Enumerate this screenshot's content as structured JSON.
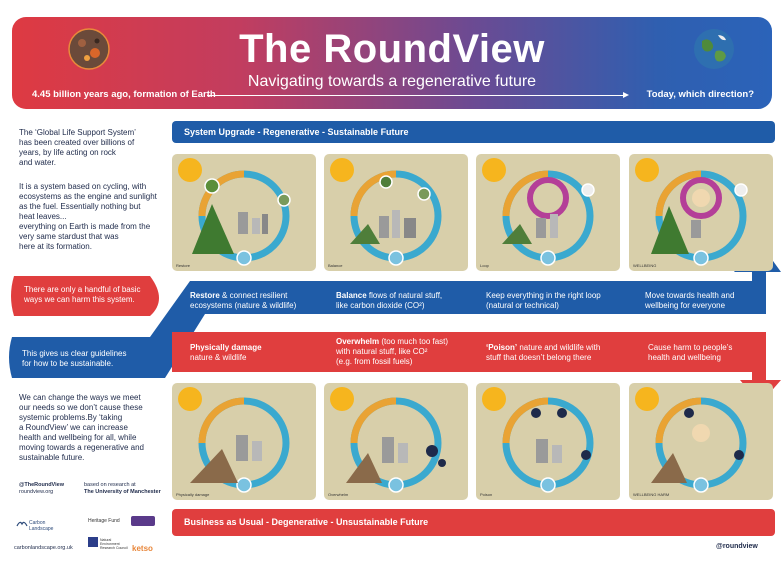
{
  "header": {
    "title": "The RoundView",
    "subtitle": "Navigating towards a regenerative future",
    "left_caption": "4.45 billion years ago, formation of Earth",
    "right_caption": "Today, which direction?"
  },
  "intro": {
    "para1": [
      "The ‘Global Life Support System’",
      "has been created over billions of",
      "years, by life acting on rock",
      "and water."
    ],
    "para2": [
      "It is a system based on cycling, with",
      "ecosystems as the engine and sunlight",
      "as the fuel. Essentially nothing but",
      "heat leaves...",
      "everything on Earth is made from the",
      "very same stardust that was",
      "here at its formation."
    ]
  },
  "callouts": {
    "harm": [
      "There are only a handful of basic",
      "ways we can harm this system."
    ],
    "guidelines": [
      "This gives us clear guidelines",
      "for how to be sustainable."
    ]
  },
  "closing": {
    "lines": [
      "We can change the ways we meet",
      "our needs so we don’t cause these",
      "systemic problems.By ‘taking",
      "a RoundView’ we can increase",
      "health and wellbeing for all, while",
      "moving towards a regenerative and",
      "sustainable future."
    ]
  },
  "footer": {
    "handle": "@TheRoundView",
    "site": "roundview.org",
    "based_on": "based on research at",
    "university": "The University of Manchester",
    "logo1": "Carbon Landscape",
    "logo2": "Heritage Fund",
    "logo3": "Natural Environment Research Council",
    "logo4": "ketso",
    "carbon_site": "carbonlandscape.org.uk",
    "brand": "@roundview"
  },
  "top_bar": "System Upgrade - Regenerative - Sustainable Future",
  "bottom_bar": "Business as Usual - Degenerative - Unsustainable Future",
  "upgrade_steps": [
    {
      "bold": "Restore",
      "text1": " & connect resilient",
      "text2": "ecosystems (nature & wildlife)"
    },
    {
      "bold": "Balance",
      "text1": " flows of natural stuff,",
      "text2": "like carbon dioxide (CO²)"
    },
    {
      "bold": "Keep everything in the right loop",
      "text1": "",
      "text2": "(natural or technical)"
    },
    {
      "bold": "Move towards health and",
      "text1": "",
      "text2": "wellbeing for everyone"
    }
  ],
  "harm_steps": [
    {
      "bold": "Physically damage",
      "text1": "",
      "text2": "nature & wildlife",
      "text3": ""
    },
    {
      "bold": "Overwhelm",
      "text1": " (too much too fast)",
      "text2": "with natural stuff, like CO²",
      "text3": "(e.g. from fossil fuels)"
    },
    {
      "bold": "‘Poison’",
      "text1": " nature and wildlife with",
      "text2": "stuff that doesn’t belong there",
      "text3": ""
    },
    {
      "bold": "Cause harm to people’s",
      "text1": "",
      "text2": "health and wellbeing",
      "text3": ""
    }
  ],
  "top_panels": [
    {
      "label": "Restore"
    },
    {
      "label": "Balance"
    },
    {
      "label": "Loop"
    },
    {
      "label": "WELLBEING"
    }
  ],
  "bottom_panels": [
    {
      "label": "Physically damage"
    },
    {
      "label": "Overwhelm"
    },
    {
      "label": "Poison"
    },
    {
      "label": "WELLBEING HARM"
    }
  ],
  "colors": {
    "blue": "#1f5ca8",
    "red": "#e03e3e",
    "panel": "#d8cfaa",
    "cycle": "#3aa9cf",
    "sun": "#f6b51e"
  }
}
